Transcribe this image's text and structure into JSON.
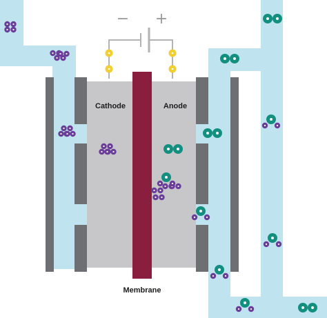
{
  "labels": {
    "cathode": "Cathode",
    "anode": "Anode",
    "membrane": "Membrane",
    "negative_terminal": "−",
    "positive_terminal": "+"
  },
  "colors": {
    "channel": "#bfe3ef",
    "plate_dark": "#6e6f73",
    "plate_light": "#d9d9db",
    "chamber": "#c7c7c9",
    "membrane": "#8a1e3f",
    "wire": "#b3b3b3",
    "electron": "#f2cf2e",
    "hydrogen": "#6a3d9a",
    "oxygen": "#138f80"
  },
  "icons": {
    "electron": "electron-icon",
    "h2_molecule": "hydrogen-molecule-icon",
    "h2o_molecule": "water-molecule-icon",
    "o2_molecule": "oxygen-molecule-icon"
  }
}
